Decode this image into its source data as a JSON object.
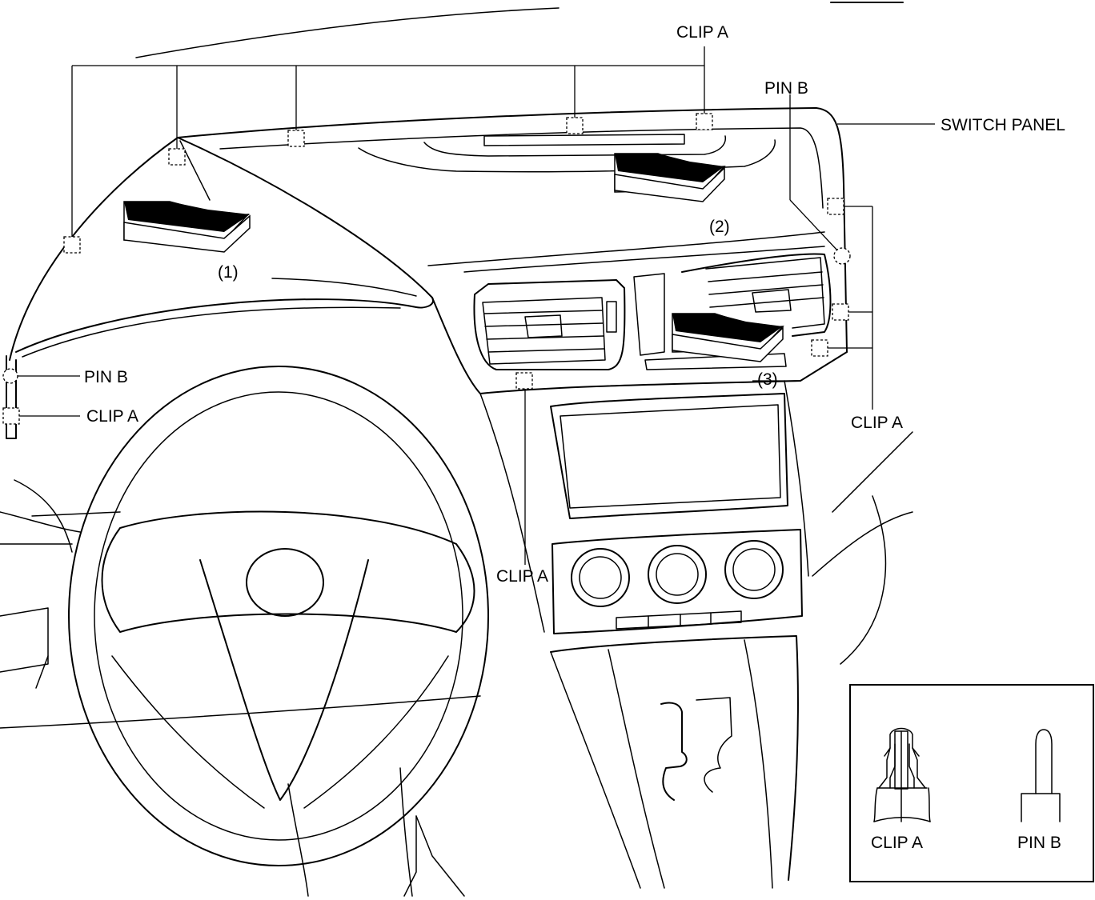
{
  "labels": {
    "clip_a": "CLIP A",
    "pin_b": "PIN B",
    "switch_panel": "SWITCH PANEL",
    "step1": "(1)",
    "step2": "(2)",
    "step3": "(3)"
  },
  "legend": {
    "clip_label": "CLIP A",
    "pin_label": "PIN B"
  }
}
